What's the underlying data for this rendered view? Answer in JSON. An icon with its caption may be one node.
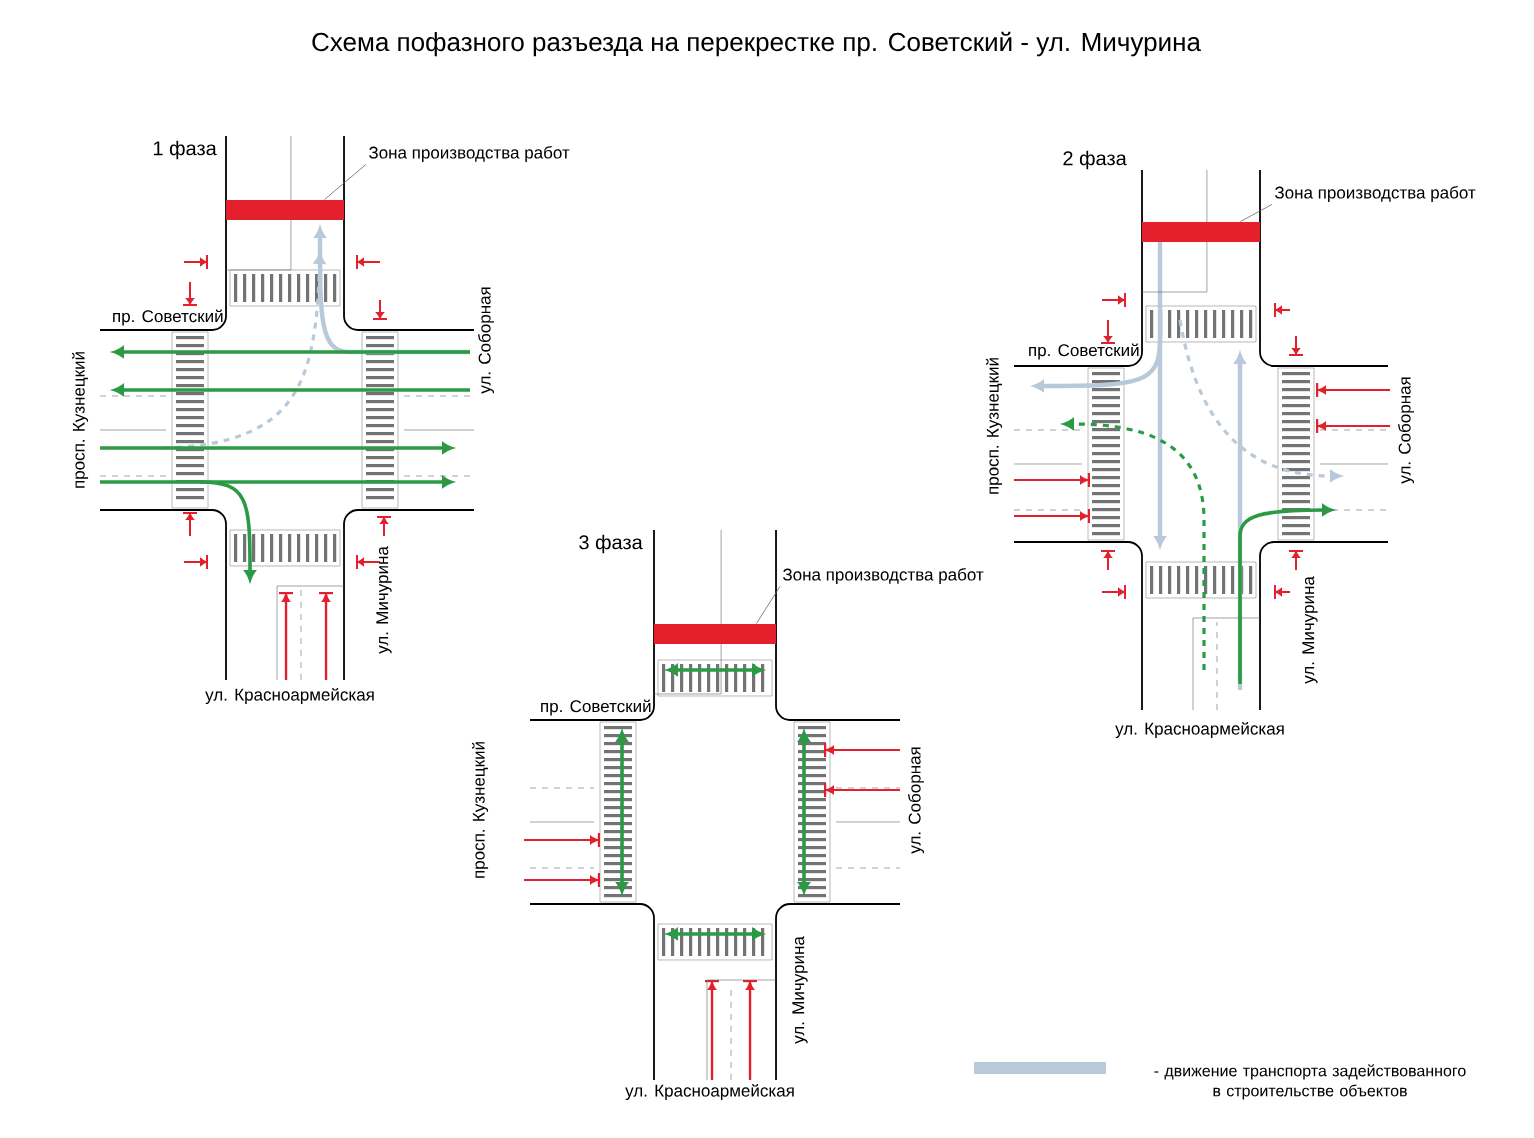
{
  "diagram": {
    "title": "Схема пофазного разъезда на перекрестке пр. Советский - ул. Мичурина",
    "nodes": [
      {
        "text": [
          "Зона производства работ"
        ]
      },
      {
        "text": [],
        "shape": "bar"
      },
      {
        "text": [
          "Зона производства работ"
        ]
      },
      {
        "text": [],
        "shape": "bar"
      },
      {
        "text": [
          "Зона производства работ"
        ]
      },
      {
        "text": [],
        "shape": "bar"
      }
    ],
    "edges": [
      {
        "from": 0,
        "to": 1,
        "arrow": "none"
      },
      {
        "from": 2,
        "to": 3,
        "arrow": "none"
      },
      {
        "from": 4,
        "to": 5,
        "arrow": "none"
      }
    ],
    "labels": [
      "1 фаза",
      "пр. Советский",
      "просп. Кузнецкий",
      "ул. Соборная",
      "ул. Мичурина",
      "ул. Красноармейская",
      "2 фаза",
      "пр. Советский",
      "просп. Кузнецкий",
      "ул. Соборная",
      "ул. Мичурина",
      "ул. Красноармейская",
      "3 фаза",
      "пр. Советский",
      "просп. Кузнецкий",
      "ул. Соборная",
      "ул. Мичурина",
      "ул. Красноармейская"
    ],
    "legend": [
      {
        "text": "- движение транспорта задействованного в строительстве объектов",
        "color": "#b8c9d9"
      }
    ]
  }
}
